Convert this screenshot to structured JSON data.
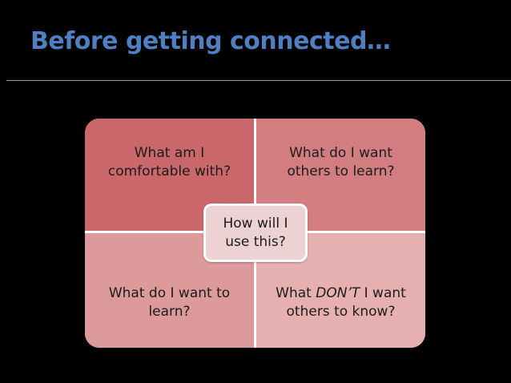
{
  "slide": {
    "title": "Before getting connected…"
  },
  "matrix": {
    "top_left": {
      "line1": "What am I",
      "line2": "comfortable with?"
    },
    "top_right": {
      "line1": "What do I want",
      "line2": "others to learn?"
    },
    "bottom_left": {
      "line1": "What do I want to",
      "line2": "learn?"
    },
    "bottom_right": {
      "pre": "What ",
      "emph": "DON’T",
      "post": " I want",
      "line2": "others to know?"
    },
    "center": {
      "line1": "How will I",
      "line2": "use this?"
    }
  },
  "colors": {
    "title": "#4f7fc0",
    "top_left": "#c9676a",
    "top_right": "#d27e80",
    "bottom_left": "#dc9a9a",
    "bottom_right": "#e6b0b1",
    "center": "#ecd2d3"
  }
}
